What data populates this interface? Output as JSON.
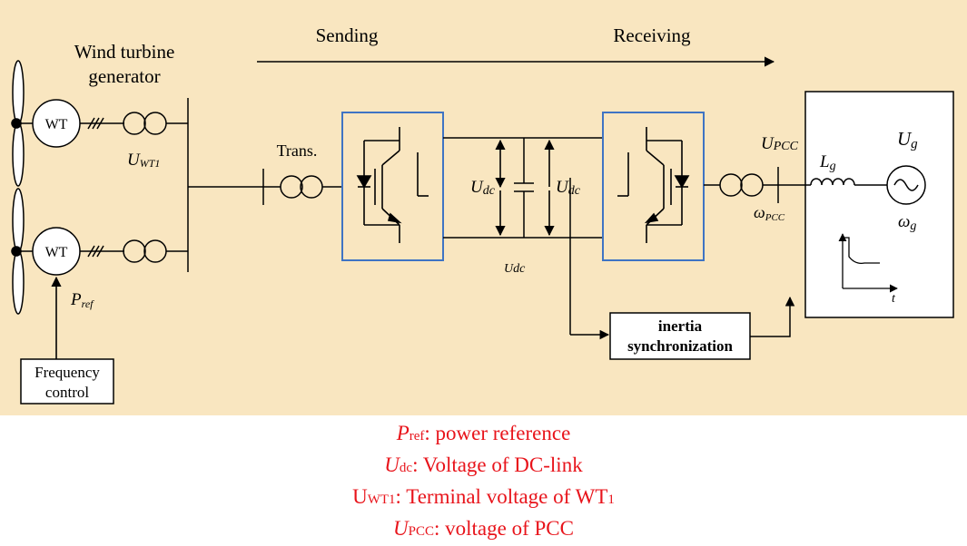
{
  "colors": {
    "background": "#f9e6c0",
    "converter_border": "#3f74c4",
    "legend_text": "#e8141b",
    "line": "#000000"
  },
  "diagram": {
    "label_sending": "Sending",
    "label_receiving": "Receiving",
    "label_wtg_line1": "Wind turbine",
    "label_wtg_line2": "generator",
    "wt_label": "WT",
    "uwt1_main": "U",
    "uwt1_sub": "WT1",
    "pref_main": "P",
    "pref_sub": "ref",
    "freq_line1": "Frequency",
    "freq_line2": "control",
    "trans_label": "Trans.",
    "udc_main": "U",
    "udc_sub": "dc",
    "udc_bottom": "Udc",
    "upcc_main": "U",
    "upcc_sub": "PCC",
    "wpcc_main": "ω",
    "wpcc_sub": "PCC",
    "lg_main": "L",
    "lg_sub": "g",
    "ug_main": "U",
    "ug_sub": "g",
    "wg_main": "ω",
    "wg_sub": "g",
    "inertia_line1": "inertia",
    "inertia_line2": "synchronization",
    "t_label": "t"
  },
  "legend": {
    "line1_sym": "P",
    "line1_sub": "ref",
    "line1_text": ": power reference",
    "line2_sym": "U",
    "line2_sub": "dc",
    "line2_text": ": Voltage of DC-link",
    "line3_sym": "U",
    "line3_sub": "WT1",
    "line3_text": ": Terminal voltage of WT",
    "line3_tail": "1",
    "line4_sym": "U",
    "line4_sub": "PCC",
    "line4_text": ": voltage of PCC"
  }
}
